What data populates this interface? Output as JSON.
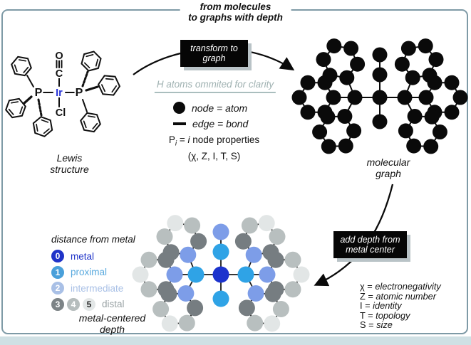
{
  "title": {
    "line1": "from molecules",
    "line2": "to graphs with depth"
  },
  "lewis": {
    "atoms": {
      "O": "O",
      "C": "C",
      "Ir": "Ir",
      "Cl": "Cl",
      "P_left": "P",
      "P_right": "P"
    },
    "ir_color": "#2531d6",
    "label_line1": "Lewis",
    "label_line2": "structure"
  },
  "transform_box": {
    "line1": "transform to",
    "line2": "graph"
  },
  "note": {
    "text": "H atoms ommited for clarity",
    "color": "#9fb1b1"
  },
  "graph_legend": {
    "node": "node = atom",
    "edge": "edge = bond",
    "props_p": "P",
    "props_sub": "i",
    "props_eq": " = ",
    "props_i": "i",
    "props_rest": " node properties",
    "props_detail": "(χ, Z, I, T, S)"
  },
  "molecular_graph_label": {
    "line1": "molecular",
    "line2": "graph"
  },
  "depth_box": {
    "line1": "add depth from",
    "line2": "metal center"
  },
  "depth_legend": {
    "title": "distance from metal",
    "rows": [
      {
        "digits": [
          "0"
        ],
        "chip_colors": [
          "#2033c8"
        ],
        "digit_colors": [
          "#ffffff"
        ],
        "label": "metal",
        "label_color": "#1e32c8"
      },
      {
        "digits": [
          "1"
        ],
        "chip_colors": [
          "#4aa0da"
        ],
        "digit_colors": [
          "#ffffff"
        ],
        "label": "proximal",
        "label_color": "#58a9de"
      },
      {
        "digits": [
          "2"
        ],
        "chip_colors": [
          "#a9c0e6"
        ],
        "digit_colors": [
          "#ffffff"
        ],
        "label": "intermediate",
        "label_color": "#a9c0e6"
      },
      {
        "digits": [
          "3",
          "4",
          "5"
        ],
        "chip_colors": [
          "#7d8487",
          "#b6bdbd",
          "#e3e7e7"
        ],
        "digit_colors": [
          "#ffffff",
          "#ffffff",
          "#222222"
        ],
        "label": "distal",
        "label_color": "#9aa3a5"
      }
    ]
  },
  "metal_graph_label": {
    "line1": "metal-centered",
    "line2": "depth"
  },
  "properties": [
    {
      "symbol": "χ",
      "meaning": "electronegativity"
    },
    {
      "symbol": "Z",
      "meaning": "atomic number"
    },
    {
      "symbol": "I",
      "meaning": "identity"
    },
    {
      "symbol": "T",
      "meaning": "topology"
    },
    {
      "symbol": "S",
      "meaning": "size"
    }
  ],
  "frame_color": "#7e9aa6",
  "page_strip_color": "#cfe0e4",
  "chart_data": {
    "type": "graph",
    "description": "Molecular graph of trans-IrCl(CO)(PPh3)2; nodes are atoms (H omitted), edges are bonds; depth = graph distance from the metal center",
    "topology": {
      "nodes": [
        [
          0,
          0,
          0
        ],
        [
          0,
          -32,
          1
        ],
        [
          0,
          -60,
          2
        ],
        [
          0,
          34,
          1
        ],
        [
          -35,
          0,
          1
        ],
        [
          35,
          0,
          1
        ],
        [
          -46.2,
          -27.8,
          2
        ],
        [
          -70,
          -31.2,
          3
        ],
        [
          -79,
          -53.4,
          4
        ],
        [
          -64.2,
          -72.4,
          5
        ],
        [
          -40.4,
          -69,
          4
        ],
        [
          -31.4,
          -46.8,
          3
        ],
        [
          -65,
          0,
          2
        ],
        [
          -77,
          20.8,
          3
        ],
        [
          -101,
          20.8,
          4
        ],
        [
          -113,
          0,
          5
        ],
        [
          -101,
          -20.8,
          4
        ],
        [
          -77,
          -20.8,
          3
        ],
        [
          -49.1,
          26.5,
          2
        ],
        [
          -36.4,
          46.9,
          3
        ],
        [
          -47.7,
          68.1,
          4
        ],
        [
          -71.7,
          68.9,
          5
        ],
        [
          -84.4,
          48.5,
          4
        ],
        [
          -73.1,
          27.3,
          3
        ],
        [
          46.2,
          -27.8,
          2
        ],
        [
          70,
          -31.2,
          3
        ],
        [
          79,
          -53.4,
          4
        ],
        [
          64.2,
          -72.4,
          5
        ],
        [
          40.4,
          -69,
          4
        ],
        [
          31.4,
          -46.8,
          3
        ],
        [
          65,
          0,
          2
        ],
        [
          77,
          20.8,
          3
        ],
        [
          101,
          20.8,
          4
        ],
        [
          113,
          0,
          5
        ],
        [
          101,
          -20.8,
          4
        ],
        [
          77,
          -20.8,
          3
        ],
        [
          49.1,
          26.5,
          2
        ],
        [
          36.4,
          46.9,
          3
        ],
        [
          47.7,
          68.1,
          4
        ],
        [
          71.7,
          68.9,
          5
        ],
        [
          84.4,
          48.5,
          4
        ],
        [
          73.1,
          27.3,
          3
        ]
      ],
      "edges": [
        [
          0,
          1
        ],
        [
          1,
          2
        ],
        [
          0,
          3
        ],
        [
          0,
          4
        ],
        [
          0,
          5
        ],
        [
          4,
          6
        ],
        [
          4,
          12
        ],
        [
          4,
          18
        ],
        [
          5,
          24
        ],
        [
          5,
          30
        ],
        [
          5,
          36
        ],
        [
          6,
          7
        ],
        [
          7,
          8
        ],
        [
          8,
          9
        ],
        [
          9,
          10
        ],
        [
          10,
          11
        ],
        [
          11,
          6
        ],
        [
          12,
          13
        ],
        [
          13,
          14
        ],
        [
          14,
          15
        ],
        [
          15,
          16
        ],
        [
          16,
          17
        ],
        [
          17,
          12
        ],
        [
          18,
          19
        ],
        [
          19,
          20
        ],
        [
          20,
          21
        ],
        [
          21,
          22
        ],
        [
          22,
          23
        ],
        [
          23,
          18
        ],
        [
          24,
          25
        ],
        [
          25,
          26
        ],
        [
          26,
          27
        ],
        [
          27,
          28
        ],
        [
          28,
          29
        ],
        [
          29,
          24
        ],
        [
          30,
          31
        ],
        [
          31,
          32
        ],
        [
          32,
          33
        ],
        [
          33,
          34
        ],
        [
          34,
          35
        ],
        [
          35,
          30
        ],
        [
          36,
          37
        ],
        [
          37,
          38
        ],
        [
          38,
          39
        ],
        [
          39,
          40
        ],
        [
          40,
          41
        ],
        [
          41,
          36
        ]
      ]
    },
    "instances": [
      {
        "name": "molecular-graph",
        "origin": [
          533,
          137
        ],
        "node_radius": 10.5,
        "node_color": "#0a0a0a",
        "edge_color": "#0a0a0a",
        "edge_width": 2
      },
      {
        "name": "metal-centered-depth-graph",
        "origin": [
          310,
          386
        ],
        "node_radius": 11.5,
        "edge_color": "#1a1a1a",
        "edge_width": 1.8,
        "palette": {
          "0": "#1c33cd",
          "1": "#2fa3e6",
          "2": "#7d9de8",
          "3": "#767d81",
          "4": "#b8bfbf",
          "5": "#e2e6e6"
        }
      }
    ]
  }
}
